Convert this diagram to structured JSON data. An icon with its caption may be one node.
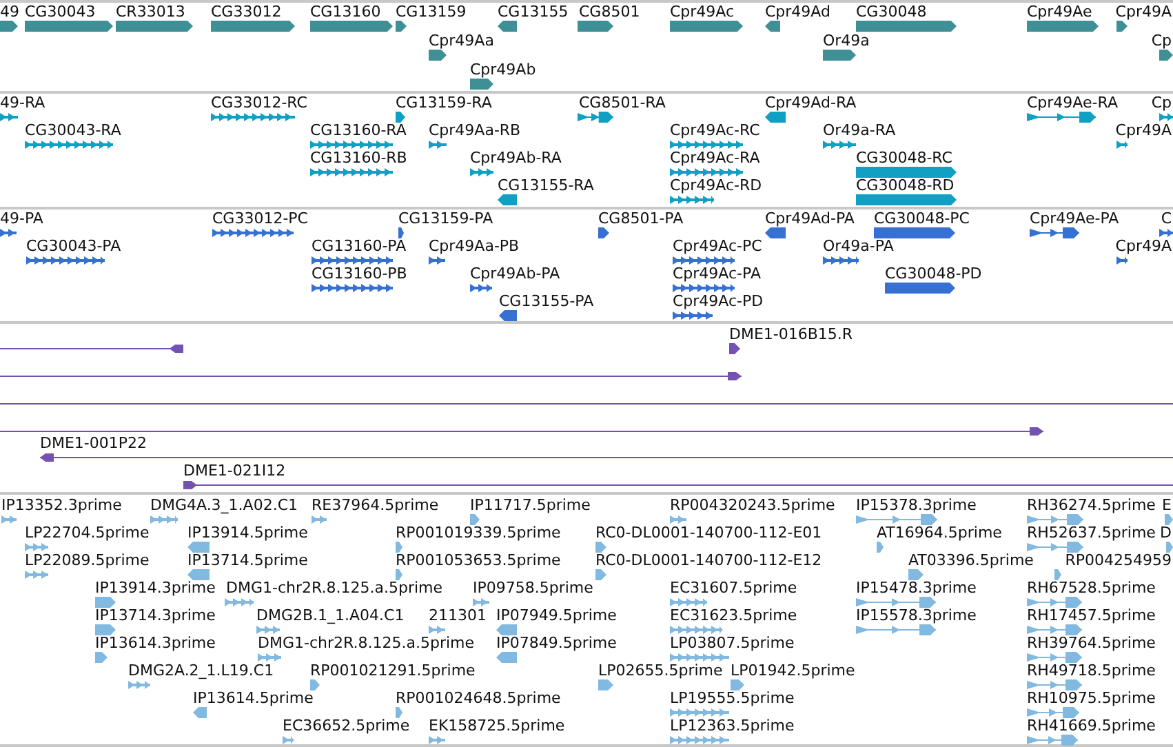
{
  "diagram": {
    "labels": [
      "49",
      "CG30043",
      "CR33013",
      "CG33012",
      "CG13160",
      "CG13159",
      "CG13155",
      "CG8501",
      "Cpr49Ac",
      "Cpr49Ad",
      "CG30048",
      "Cpr49Ae",
      "Cpr49A",
      "Cpr49Aa",
      "Or49a",
      "Cp",
      "Cpr49Ab",
      "49-RA",
      "CG33012-RC",
      "CG13159-RA",
      "CG8501-RA",
      "Cpr49Ad-RA",
      "Cpr49Ae-RA",
      "Cp",
      "CG30043-RA",
      "CG13160-RA",
      "Cpr49Aa-RB",
      "Cpr49Ac-RC",
      "Or49a-RA",
      "Cpr49A",
      "CG13160-RB",
      "Cpr49Ab-RA",
      "Cpr49Ac-RA",
      "CG30048-RC",
      "CG13155-RA",
      "Cpr49Ac-RD",
      "CG30048-RD",
      "49-PA",
      "CG33012-PC",
      "CG13159-PA",
      "CG8501-PA",
      "Cpr49Ad-PA",
      "CG30048-PC",
      "Cpr49Ae-PA",
      "C",
      "CG30043-PA",
      "CG13160-PA",
      "Cpr49Aa-PB",
      "Cpr49Ac-PC",
      "Or49a-PA",
      "Cpr49A",
      "CG13160-PB",
      "Cpr49Ab-PA",
      "Cpr49Ac-PA",
      "CG30048-PD",
      "CG13155-PA",
      "Cpr49Ac-PD",
      "DME1-016B15.R",
      "DME1-001P22",
      "DME1-021I12",
      "IP13352.3prime",
      "DMG4A.3_1.A02.C1",
      "RE37964.5prime",
      "IP11717.5prime",
      "RP004320243.5prime",
      "IP15378.3prime",
      "RH36274.5prime",
      "E",
      "LP22704.5prime",
      "IP13914.5prime",
      "RP001019339.5prime",
      "RC0-DL0001-140700-112-E01",
      "AT16964.5prime",
      "RH52637.5prime",
      "D",
      "LP22089.5prime",
      "IP13714.5prime",
      "RP001053653.5prime",
      "RC0-DL0001-140700-112-E12",
      "AT03396.5prime",
      "RP004254959",
      "IP13914.3prime",
      "DMG1-chr2R.8.125.a.5prime",
      "IP09758.5prime",
      "EC31607.5prime",
      "IP15478.3prime",
      "RH67528.5prime",
      "IP13714.3prime",
      "DMG2B.1_1.A04.C1",
      "211301",
      "IP07949.5prime",
      "EC31623.5prime",
      "IP15578.3prime",
      "RH17457.5prime",
      "IP13614.3prime",
      "DMG1-chr2R.8.125.a.5prime",
      "IP07849.5prime",
      "LP03807.5prime",
      "RH39764.5prime",
      "DMG2A.2_1.L19.C1",
      "RP001021291.5prime",
      "LP02655.5prime",
      "LP01942.5prime",
      "RH49718.5prime",
      "IP13614.5prime",
      "RP001024648.5prime",
      "LP19555.5prime",
      "RH10975.5prime",
      "EC36652.5prime",
      "EK158725.5prime",
      "LP12363.5prime",
      "RH41669.5prime"
    ]
  }
}
